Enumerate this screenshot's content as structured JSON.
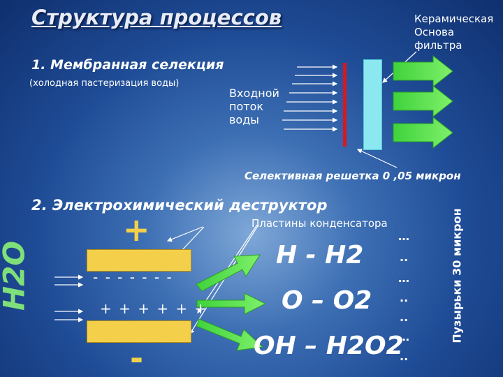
{
  "title": "Структура процессов",
  "section1": {
    "heading": "1. Мембранная селекция",
    "subtitle": "(холодная пастеризация  воды)"
  },
  "labels": {
    "inflow": [
      "Входной",
      "поток",
      "воды"
    ],
    "ceramic": [
      "Керамическая",
      "Основа",
      "фильтра"
    ],
    "grid": "Селективная решетка 0 ,05  микрон"
  },
  "section2": {
    "heading": "2. Электрохимический деструктор",
    "plates_label": "Пластины конденсатора",
    "bubbles_label": "Пузырьки 30 микрон",
    "water": "H2O",
    "formulas": [
      "Н - Н2",
      "О  –  О2",
      "ОН – Н2О2"
    ],
    "plus_sign": "+",
    "minus_sign": "-",
    "minus_row": "- - - - - - -",
    "plus_row": "+ + + + + +",
    "dots": [
      "…",
      "..",
      "…",
      "..",
      "..",
      "…",
      ".."
    ]
  },
  "colors": {
    "plate": "#f4d04a",
    "arrow": "#4cdf4a",
    "filter": "#8ce8f0",
    "membrane": "#d8181e",
    "water_text": "#7fe07a"
  }
}
